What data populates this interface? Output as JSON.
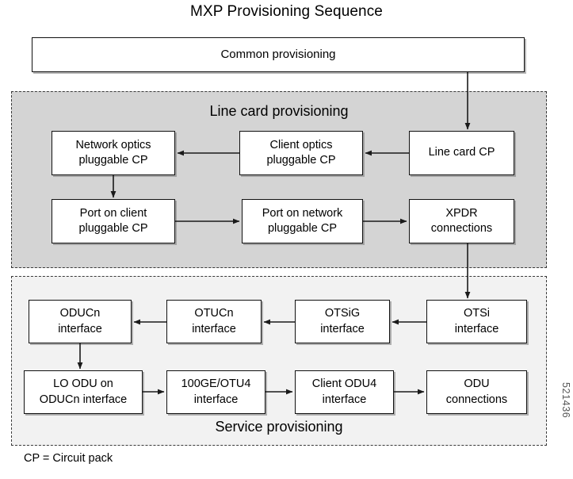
{
  "title": "MXP Provisioning Sequence",
  "legend": "CP = Circuit pack",
  "doc_id": "521436",
  "common": {
    "label": "Common provisioning"
  },
  "line_card": {
    "panel_title": "Line card provisioning",
    "background": "#d4d4d4",
    "nodes": [
      {
        "id": "network-optics",
        "label": "Network optics\npluggable CP"
      },
      {
        "id": "client-optics",
        "label": "Client optics\npluggable CP"
      },
      {
        "id": "line-card-cp",
        "label": "Line card CP"
      },
      {
        "id": "port-client",
        "label": "Port on client\npluggable CP"
      },
      {
        "id": "port-network",
        "label": "Port on network\npluggable CP"
      },
      {
        "id": "xpdr",
        "label": "XPDR\nconnections"
      }
    ]
  },
  "service": {
    "panel_title": "Service provisioning",
    "background": "#f2f2f2",
    "nodes": [
      {
        "id": "oducn",
        "label": "ODUCn\ninterface"
      },
      {
        "id": "otucn",
        "label": "OTUCn\ninterface"
      },
      {
        "id": "otsig",
        "label": "OTSiG\ninterface"
      },
      {
        "id": "otsi",
        "label": "OTSi\ninterface"
      },
      {
        "id": "lo-odu",
        "label": "LO ODU on\nODUCn interface"
      },
      {
        "id": "100ge-otu4",
        "label": "100GE/OTU4\ninterface"
      },
      {
        "id": "client-odu4",
        "label": "Client ODU4\ninterface"
      },
      {
        "id": "odu-conn",
        "label": "ODU\nconnections"
      }
    ]
  },
  "flow": {
    "edges": [
      {
        "from": "common",
        "to": "line-card-cp"
      },
      {
        "from": "line-card-cp",
        "to": "client-optics"
      },
      {
        "from": "client-optics",
        "to": "network-optics"
      },
      {
        "from": "network-optics",
        "to": "port-client"
      },
      {
        "from": "port-client",
        "to": "port-network"
      },
      {
        "from": "port-network",
        "to": "xpdr"
      },
      {
        "from": "xpdr",
        "to": "otsi"
      },
      {
        "from": "otsi",
        "to": "otsig"
      },
      {
        "from": "otsig",
        "to": "otucn"
      },
      {
        "from": "otucn",
        "to": "oducn"
      },
      {
        "from": "oducn",
        "to": "lo-odu"
      },
      {
        "from": "lo-odu",
        "to": "100ge-otu4"
      },
      {
        "from": "100ge-otu4",
        "to": "client-odu4"
      },
      {
        "from": "client-odu4",
        "to": "odu-conn"
      }
    ]
  }
}
